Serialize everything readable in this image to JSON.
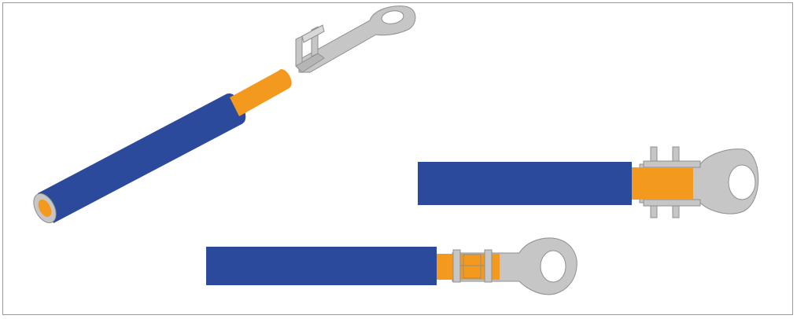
{
  "diagram": {
    "title": "",
    "colors": {
      "background": "#ffffff",
      "frame_border": "#9a9a9a",
      "insulation": "#2c4a9c",
      "insulation_shadow": "#223d86",
      "conductor": "#f39a1e",
      "conductor_dark": "#d9851a",
      "terminal": "#c6c6c6",
      "terminal_stroke": "#8f8f8f"
    },
    "parts": [
      {
        "id": "wire-and-terminal-separated",
        "label": ""
      },
      {
        "id": "terminal-before-crimp",
        "label": ""
      },
      {
        "id": "terminal-after-crimp",
        "label": ""
      }
    ]
  }
}
